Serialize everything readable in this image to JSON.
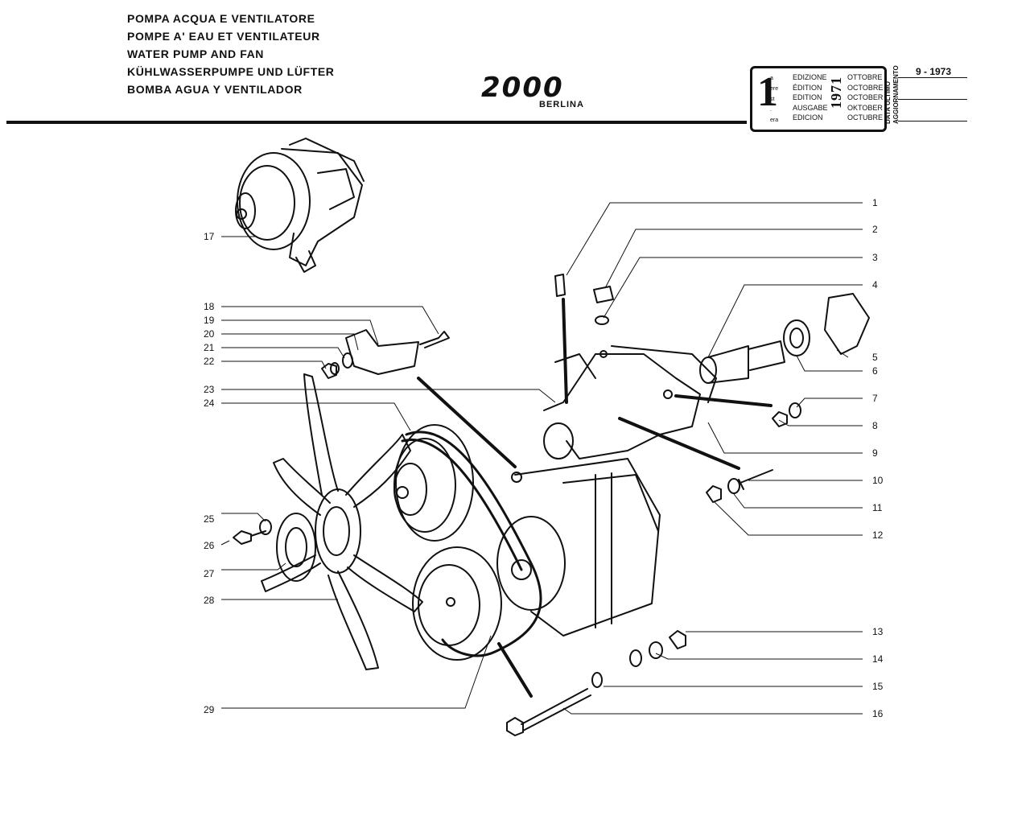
{
  "header": {
    "titles": [
      "POMPA ACQUA E VENTILATORE",
      "POMPE A' EAU ET VENTILATEUR",
      "WATER PUMP AND FAN",
      "KÜHLWASSERPUMPE UND LÜFTER",
      "BOMBA AGUA Y VENTILADOR"
    ],
    "model_logo": "2000",
    "model_sub": "BERLINA"
  },
  "edition": {
    "number": "1",
    "ordinal_suffixes": [
      "a",
      "ere",
      "st",
      ".",
      "era"
    ],
    "words": [
      "EDIZIONE",
      "ÉDITION",
      "EDITION",
      "AUSGABE",
      "EDICION"
    ],
    "months": [
      "OTTOBRE",
      "OCTOBRE",
      "OCTOBER",
      "OKTOBER",
      "OCTUBRE"
    ],
    "year": "1971",
    "update_label_line1": "DATA ULTIMO",
    "update_label_line2": "AGGIORNAMENTO",
    "update_value": "9 - 1973"
  },
  "callouts_left": [
    "17",
    "18",
    "19",
    "20",
    "21",
    "22",
    "23",
    "24",
    "25",
    "26",
    "27",
    "28",
    "29"
  ],
  "callouts_right": [
    "1",
    "2",
    "3",
    "4",
    "5",
    "6",
    "7",
    "8",
    "9",
    "10",
    "11",
    "12",
    "13",
    "14",
    "15",
    "16"
  ],
  "colors": {
    "ink": "#111111",
    "paper": "#ffffff"
  }
}
